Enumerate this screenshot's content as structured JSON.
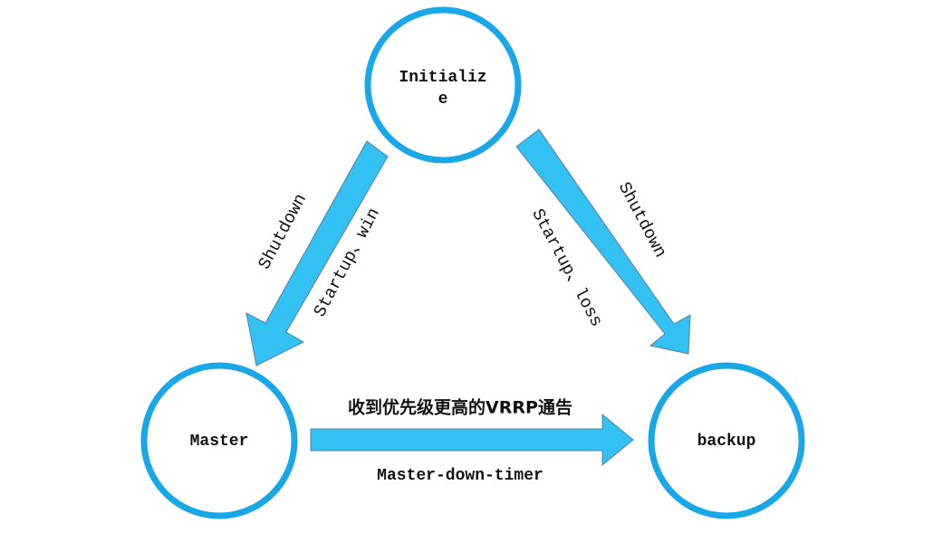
{
  "colors": {
    "circle_stroke": "#1aa7e8",
    "arrow_fill": "#33c0f3",
    "arrow_stroke": "#5a7f9c",
    "text": "#111111"
  },
  "nodes": {
    "initialize": {
      "label_line1": "Initializ",
      "label_line2": "e"
    },
    "master": {
      "label": "Master"
    },
    "backup": {
      "label": "backup"
    }
  },
  "edges": {
    "init_to_master": {
      "outer_label": "Shutdown",
      "inner_label": "Startup、win"
    },
    "init_to_backup": {
      "inner_label": "Startup、loss",
      "outer_label": "Shutdown"
    },
    "master_to_backup": {
      "top_label": "收到优先级更高的VRRP通告",
      "bottom_label": "Master-down-timer"
    }
  }
}
